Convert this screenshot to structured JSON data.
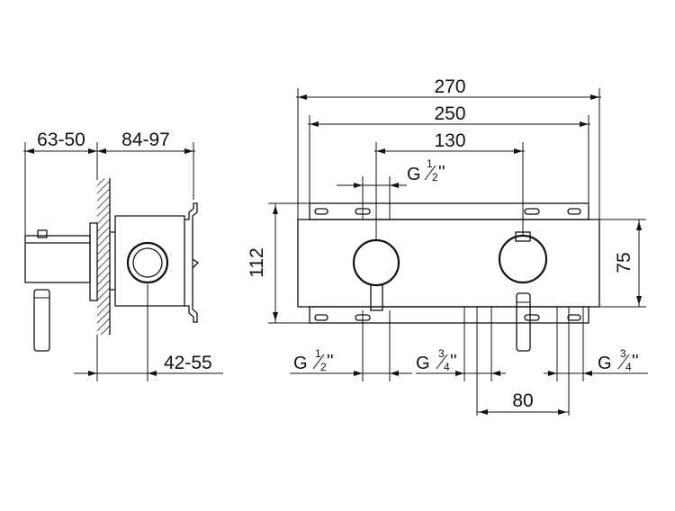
{
  "side_view": {
    "dim_depth_left": "63-50",
    "dim_depth_right": "84-97",
    "dim_bottom": "42-55"
  },
  "front_view": {
    "dim_overall_width": "270",
    "dim_plate_width": "250",
    "dim_center_distance": "130",
    "dim_overall_height": "112",
    "dim_plate_height": "75",
    "dim_outlet_spacing": "80",
    "thread_top": {
      "prefix": "G",
      "num": "1",
      "den": "2",
      "suffix": "''"
    },
    "thread_bottom_left": {
      "prefix": "G",
      "num": "1",
      "den": "2",
      "suffix": "''"
    },
    "thread_bottom_mid": {
      "prefix": "G",
      "num": "3",
      "den": "4",
      "suffix": "''"
    },
    "thread_bottom_right": {
      "prefix": "G",
      "num": "3",
      "den": "4",
      "suffix": "''"
    }
  }
}
